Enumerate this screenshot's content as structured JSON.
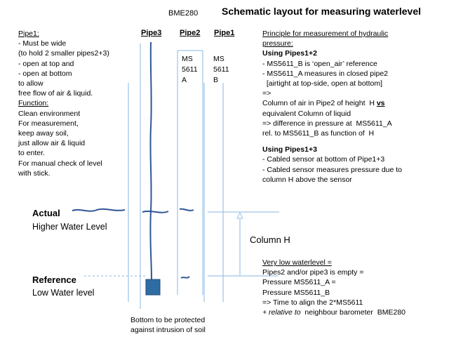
{
  "title": "Schematic layout for measuring waterlevel",
  "barometer_label": "BME280",
  "pipe_labels": {
    "pipe3": "Pipe3",
    "pipe2": "Pipe2",
    "pipe1": "Pipe1"
  },
  "sensors": {
    "a": [
      "MS",
      "5611",
      "A"
    ],
    "b": [
      "MS",
      "5611",
      "B"
    ]
  },
  "pipe1_notes": {
    "heading": "Pipe1:",
    "lines": [
      "- Must be wide",
      "(to hold 2 smaller pipes2+3)",
      "- open at top and",
      "- open at bottom",
      "to allow",
      "free flow of air & liquid."
    ],
    "function_heading": "Function:",
    "function_lines": [
      "Clean environment",
      "For measurement,",
      "keep away soil,",
      "just allow  air & liquid",
      "to enter.",
      "For manual check of level",
      "with stick."
    ]
  },
  "principle": {
    "heading_line1": "Principle for measurement of hydraulic",
    "heading_line2": "pressure:",
    "section1_title": "Using Pipes1+2",
    "section1_lines": [
      "- MS5611_B is ‘open_air’ reference",
      "- MS5611_A measures in closed pipe2",
      "  [airtight at top-side, open at bottom]",
      "=>"
    ],
    "column_line_prefix": "Column of air in Pipe2 of height  H ",
    "column_line_vs": "vs",
    "section1_tail": [
      "equivalent Column of liquid",
      "=> difference in pressure at  MS5611_A",
      "rel. to MS5611_B as function of  H"
    ],
    "section2_title": "Using Pipes1+3",
    "section2_lines": [
      "- Cabled sensor at bottom of Pipe1+3",
      "- Cabled sensor measures pressure due to",
      "column H above the sensor"
    ]
  },
  "levels": {
    "actual_bold": "Actual",
    "actual_sub": "Higher Water Level",
    "reference_bold": "Reference",
    "reference_sub": "Low Water level"
  },
  "column_label": "Column H",
  "bottom_note": [
    "Bottom to be protected",
    "against intrusion of soil"
  ],
  "low_level_note": {
    "heading": "Very low waterlevel =",
    "lines": [
      "Pipes2 and/or pipe3 is empty =",
      "Pressure MS5611_A =",
      "Pressure MS5611_B",
      "=> Time to align the 2*MS5611"
    ],
    "last_italic": "+ relative to",
    "last_rest": "  neighbour barometer  BME280"
  },
  "colors": {
    "pipe_line": "#9dc3e6",
    "dark_blue": "#2f5597",
    "sensor_box": "#2e6ca4"
  }
}
